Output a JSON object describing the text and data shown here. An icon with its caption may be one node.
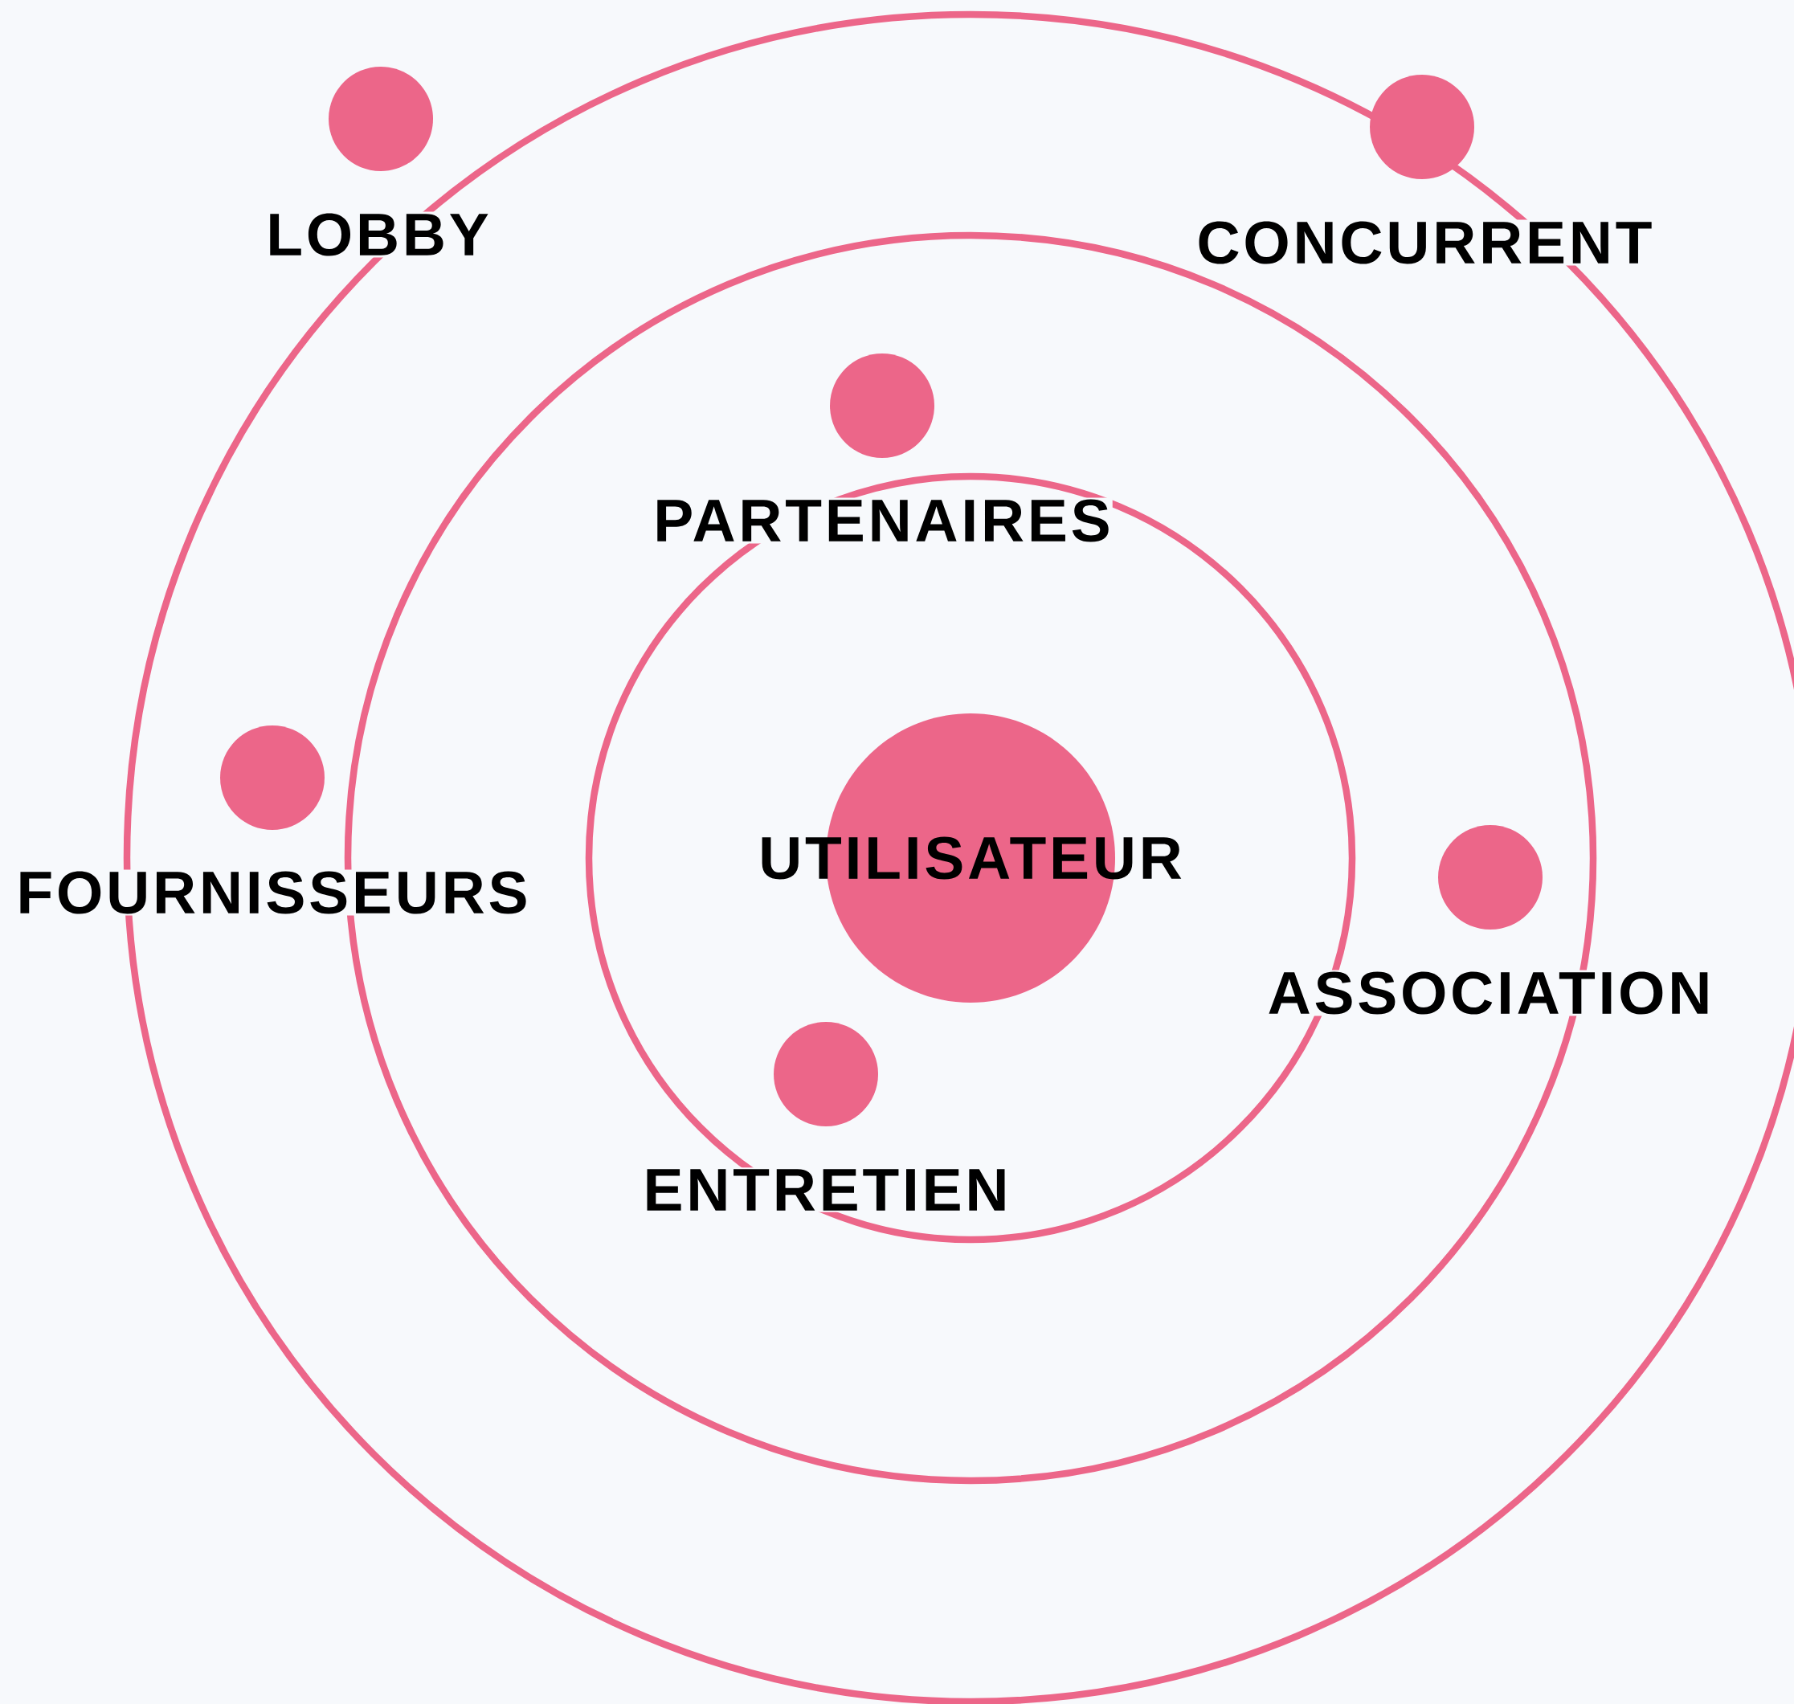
{
  "diagram": {
    "nodes": [
      {
        "text": [],
        "shape": "circle",
        "beside": [
          "LOBBY"
        ]
      },
      {
        "text": [],
        "shape": "circle",
        "beside": [
          "CONCURRENT"
        ]
      },
      {
        "text": [],
        "shape": "circle",
        "beside": [
          "PARTENAIRES"
        ]
      },
      {
        "text": [],
        "shape": "circle",
        "beside": [
          "FOURNISSEURS"
        ]
      },
      {
        "text": [
          "UTILISATEUR"
        ]
      },
      {
        "text": [],
        "shape": "circle",
        "beside": [
          "ASSOCIATION"
        ]
      },
      {
        "text": [],
        "shape": "circle",
        "beside": [
          "ENTRETIEN"
        ]
      }
    ]
  }
}
